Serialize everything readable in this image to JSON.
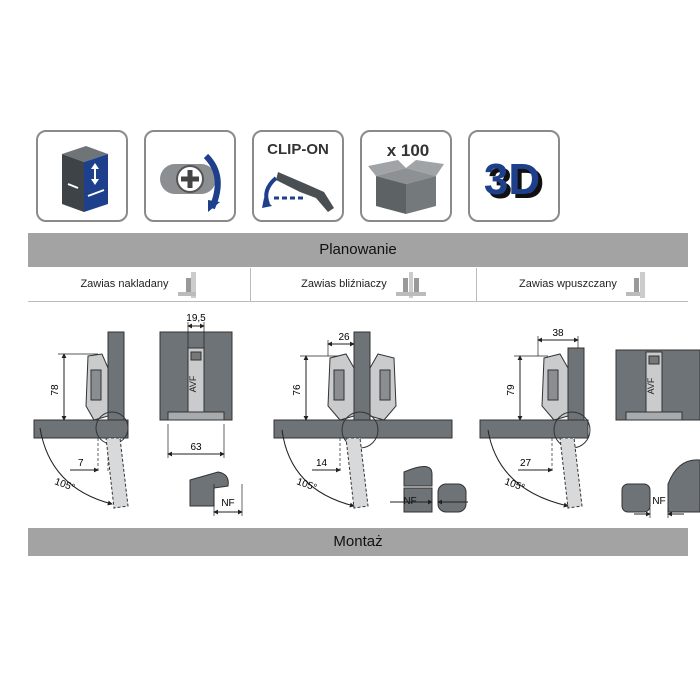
{
  "icons": [
    {
      "name": "adjustment-box-icon"
    },
    {
      "name": "cam-adjust-icon"
    },
    {
      "name": "clip-on-icon",
      "label": "CLIP-ON"
    },
    {
      "name": "pack-box-icon",
      "label": "x 100"
    },
    {
      "name": "3d-icon",
      "label": "3D"
    }
  ],
  "sections": {
    "planning": "Planowanie",
    "mounting": "Montaż"
  },
  "hinge_types": [
    {
      "label": "Zawias nakladany"
    },
    {
      "label": "Zawias bliźniaczy"
    },
    {
      "label": "Zawias wpuszczany"
    }
  ],
  "dimensions": {
    "overlay": {
      "height": "78",
      "width": "19,5",
      "base": "63",
      "offset": "7",
      "angle": "105°",
      "nf": "NF"
    },
    "twin": {
      "height": "76",
      "width": "26",
      "offset": "14",
      "angle": "105°",
      "nf": "NF"
    },
    "inset": {
      "height": "79",
      "width": "38",
      "offset": "27",
      "angle": "105°",
      "nf": "NF"
    }
  },
  "colors": {
    "bar": "#a3a3a3",
    "panel": "#6e7377",
    "frame": "#8a8a8a",
    "blue": "#1d3f8c"
  }
}
